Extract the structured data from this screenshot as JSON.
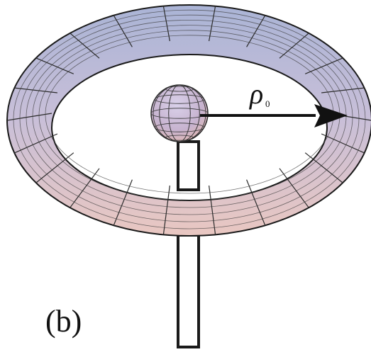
{
  "diagram": {
    "panel_label": "(b)",
    "radius_symbol": "ρ",
    "radius_subscript": "0",
    "colors": {
      "torus_light": "#f2cfc4",
      "torus_mid": "#b9b2d2",
      "torus_dark": "#8a8cb8",
      "outline": "#1a1a1a",
      "arrow": "#111111",
      "rod_fill": "#ffffff"
    }
  }
}
